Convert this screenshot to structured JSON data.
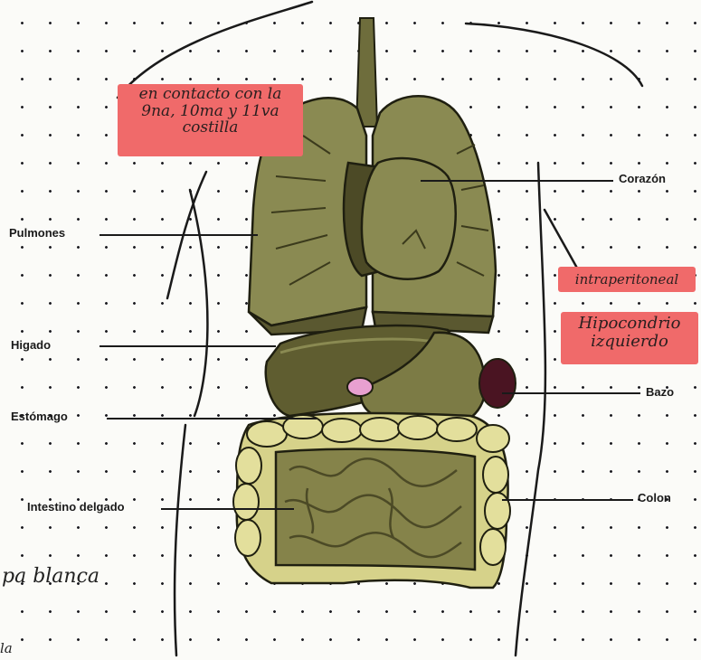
{
  "labels": {
    "pulmones": "Pulmones",
    "higado": "Higado",
    "estomago": "Estómago",
    "intestino": "Intestino delgado",
    "corazon": "Corazón",
    "bazo": "Bazo",
    "colon": "Colon"
  },
  "notes": {
    "costilla": [
      "en contacto con la",
      "9na, 10ma y 11va",
      "costilla"
    ],
    "intraperitoneal": "intraperitoneal",
    "hipocondrio": [
      "Hipocondrio",
      "izquierdo"
    ],
    "partial_left": "pa blanca",
    "partial_bottom_left": "la"
  },
  "colors": {
    "organ_green": "#8a8a52",
    "organ_dark": "#4c4a26",
    "intestine": "#d6d28a",
    "highlight": "#f06a6a",
    "spleen": "#4a1422"
  }
}
